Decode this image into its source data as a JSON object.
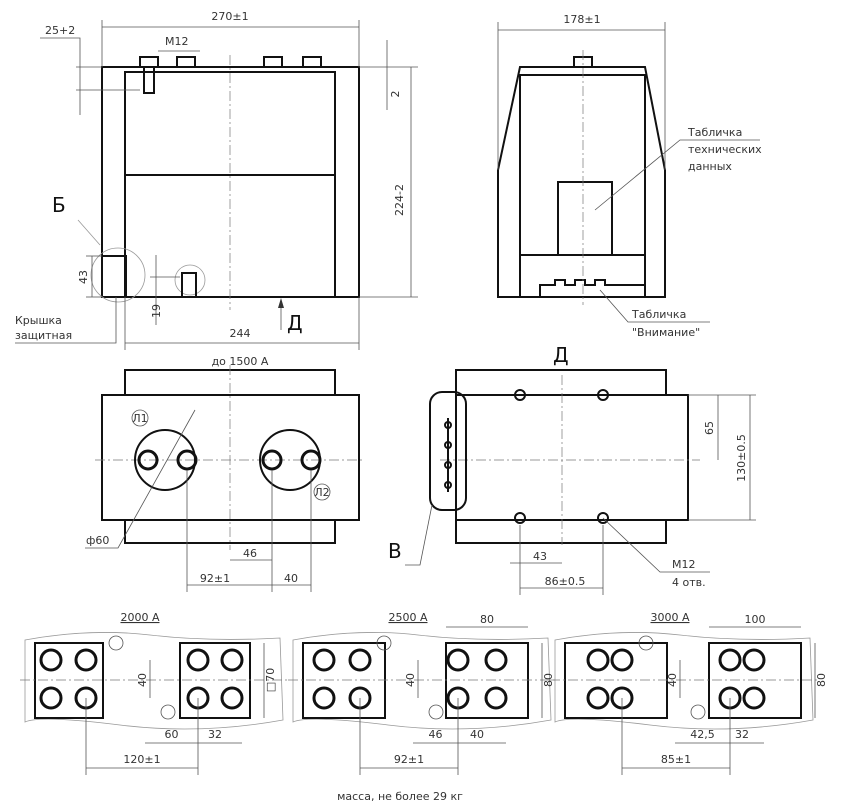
{
  "front_view": {
    "width_dim": "270±1",
    "height_dim": "224-2",
    "offset_dim": "2",
    "top_dim": "25+2",
    "thread": "M12",
    "detail_b": "Б",
    "cap_height": "43",
    "bolt_height": "19",
    "base_width": "244",
    "view_arrow": "Д",
    "cap_label_line1": "Крышка",
    "cap_label_line2": "защитная"
  },
  "side_view": {
    "width_dim": "178±1",
    "plate_label_line1": "Табличка",
    "plate_label_line2": "технических",
    "plate_label_line3": "данных",
    "warning_label_line1": "Табличка",
    "warning_label_line2": "\"Внимание\""
  },
  "top_view_1500": {
    "title": "до 1500 А",
    "marker_l1": "Л1",
    "marker_l2": "Л2",
    "diameter": "ф60",
    "dim_46": "46",
    "dim_92": "92±1",
    "dim_40": "40"
  },
  "view_d": {
    "title": "Д",
    "detail_v": "В",
    "dim_65": "65",
    "dim_130": "130±0.5",
    "dim_43": "43",
    "dim_86": "86±0.5",
    "thread": "М12",
    "holes": "4 отв."
  },
  "variants": [
    {
      "title": "2000 А",
      "dim_a": "60",
      "dim_b": "32",
      "dim_c": "120±1",
      "dim_v": "40",
      "dim_side": "□70"
    },
    {
      "title": "2500 А",
      "dim_a": "46",
      "dim_b": "40",
      "dim_c": "92±1",
      "dim_v": "40",
      "dim_side": "80",
      "dim_top": "80"
    },
    {
      "title": "3000 А",
      "dim_a": "42,5",
      "dim_b": "32",
      "dim_c": "85±1",
      "dim_v": "40",
      "dim_side": "80",
      "dim_top": "100"
    }
  ],
  "mass_note": "масса, не более 29 кг"
}
